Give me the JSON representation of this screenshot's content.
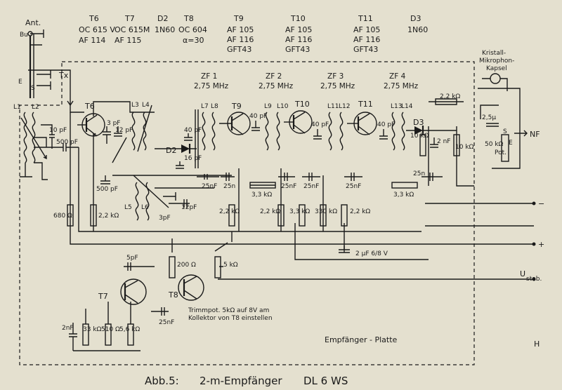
{
  "transistor_legend": [
    {
      "id": "T6",
      "lines": [
        "OC 615 V",
        "AF 114"
      ]
    },
    {
      "id": "T7",
      "lines": [
        "OC 615M",
        "AF 115"
      ]
    },
    {
      "id": "D2",
      "lines": [
        "1N60"
      ]
    },
    {
      "id": "T8",
      "lines": [
        "OC 604",
        "α=30"
      ]
    },
    {
      "id": "T9",
      "lines": [
        "AF 105",
        "AF 116",
        "GFT43"
      ]
    },
    {
      "id": "T10",
      "lines": [
        "AF 105",
        "AF 116",
        "GFT43"
      ]
    },
    {
      "id": "T11",
      "lines": [
        "AF 105",
        "AF 116",
        "GFT43"
      ]
    },
    {
      "id": "D3",
      "lines": [
        "1N60"
      ]
    }
  ],
  "if_stages": [
    {
      "name": "ZF 1",
      "freq": "2,75 MHz"
    },
    {
      "name": "ZF 2",
      "freq": "2,75 MHz"
    },
    {
      "name": "ZF 3",
      "freq": "2,75 MHz"
    },
    {
      "name": "ZF 4",
      "freq": "2,75 MHz"
    }
  ],
  "antenna": {
    "label": "Ant.",
    "bu": "Bu",
    "e": "E",
    "s": "S",
    "tx": "Tx"
  },
  "mic": {
    "line1": "Kristall-",
    "line2": "Mikrophon-",
    "line3": "Kapsel"
  },
  "nf_out": "NF",
  "pot": {
    "value": "50 kΩ",
    "label": "Pot.",
    "e": "E",
    "s": "S"
  },
  "coil_labels": [
    "L1",
    "L2",
    "L3",
    "L4",
    "L5",
    "L6",
    "L7",
    "L8",
    "L9",
    "L10",
    "L11",
    "L12",
    "L13",
    "L14"
  ],
  "part_values": {
    "c_10pf": "10 pF",
    "c_500pf": "500 pF",
    "c_500pf_b": "500 pF",
    "c_3pf": "3 pF",
    "c_12pf": "12 pF",
    "c_40pf_a": "40 pF",
    "c_16pf": "16 pF",
    "c_25nf_a": "25nF",
    "c_25n_b": "25n",
    "c_40pf_b": "40 pF",
    "c_25nf_c": "25nF",
    "c_40pf_c": "40 pF",
    "c_25nf_d": "25nF",
    "c_25nf_e": "25nF",
    "c_40pf_d": "40 pF",
    "c_2nf_a": "2 nF",
    "c_25n_f": "25n",
    "c_2_5u": "2,5µ",
    "c_12pf_b": "12pF",
    "c_3pf_b": "3pF",
    "c_5pf": "5pF",
    "c_2nf_b": "2nF",
    "c_25nf_g": "25nF",
    "c_2uf": "2 µF  6/8 V",
    "r_680": "680 Ω",
    "r_2k2_a": "2,2 kΩ",
    "r_2k2_b": "2,2 kΩ",
    "r_3k3_a": "3,3 kΩ",
    "r_2k2_c": "2,2 kΩ",
    "r_3k3_b": "3,3 kΩ",
    "r_330": "330 kΩ",
    "r_2k2_d": "2,2 kΩ",
    "r_3k3_c": "3,3 kΩ",
    "r_2k2_e": "2,2 kΩ",
    "r_10k_a": "10 kΩ",
    "r_10k_b": "10 kΩ",
    "r_200": "200 Ω",
    "r_5k": "5 kΩ",
    "r_33k": "33 kΩ",
    "r_510": "510 Ω",
    "r_5k6": "5,6 kΩ"
  },
  "trim_note": {
    "line1": "Trimmpot. 5kΩ auf 8V am",
    "line2": "Kollektor von T8 einstellen"
  },
  "terminals": {
    "minus": "−",
    "plus": "+",
    "ustab": "U",
    "ustab_sub": "stab."
  },
  "board_label": "Empfänger - Platte",
  "caption": {
    "abb": "Abb.5:",
    "title": "2-m-Empfänger",
    "call": "DL 6 WS"
  },
  "initials": "H"
}
